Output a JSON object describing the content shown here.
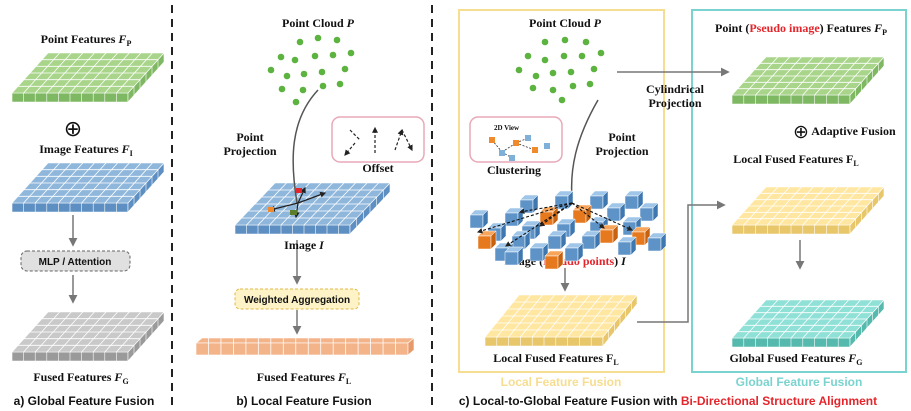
{
  "colors": {
    "green_top": "#a9d58b",
    "green_side": "#7fb862",
    "blue_top": "#8fb7dc",
    "blue_side": "#5e8fc2",
    "gray_top": "#c9c9c9",
    "gray_side": "#9a9a9a",
    "yellow_top": "#ffe6a1",
    "yellow_side": "#e8c66a",
    "teal_top": "#8fe0d6",
    "teal_side": "#55b9ad",
    "orange": "#f08a2c",
    "salmon": "#f4b48a",
    "point_green": "#5cb33f",
    "red_accent": "#e3262c",
    "local_box": "#f7dd8f",
    "global_box": "#7ad3cf",
    "offset_box": "#e8a8b8"
  },
  "panel_a": {
    "point_features": "Point Features ",
    "point_features_sym": "F",
    "point_features_sub": "P",
    "plus": "⊕",
    "image_features": "Image Features ",
    "image_features_sym": "F",
    "image_features_sub": "I",
    "mlp_label": "MLP / Attention",
    "fused_features": "Fused Features ",
    "fused_features_sym": "F",
    "fused_features_sub": "G",
    "caption": "a) Global Feature Fusion"
  },
  "panel_b": {
    "point_cloud": "Point Cloud ",
    "point_cloud_sym": "P",
    "point_projection_1": "Point",
    "point_projection_2": "Projection",
    "offset": "Offset",
    "image": "Image ",
    "image_sym": "I",
    "weighted_aggregation": "Weighted Aggregation",
    "fused_features": "Fused Features ",
    "fused_features_sym": "F",
    "fused_features_sub": "L",
    "caption": "b) Local Feature Fusion"
  },
  "panel_c": {
    "point_cloud": "Point Cloud ",
    "point_cloud_sym": "P",
    "view_2d": "2D View",
    "clustering": "Clustering",
    "point_projection_1": "Point",
    "point_projection_2": "Projection",
    "cylindrical_1": "Cylindrical",
    "cylindrical_2": "Projection",
    "image_pre": "Image (",
    "image_red": "Pseudo points",
    "image_post": ") ",
    "image_sym": "I",
    "local_fused_left": "Local Fused Features F",
    "local_fused_left_sub": "L",
    "local_box_label": "Local Feature Fusion",
    "point_pre": "Point (",
    "point_red": "Pseudo image",
    "point_post": ") Features ",
    "point_sym": "F",
    "point_sub": "P",
    "adaptive_plus": "⊕",
    "adaptive_fusion": " Adaptive Fusion",
    "local_fused_right": "Local Fused Features F",
    "local_fused_right_sub": "L",
    "global_fused": "Global Fused Features ",
    "global_fused_sym": "F",
    "global_fused_sub": "G",
    "global_box_label": "Global Feature Fusion",
    "caption_pre": "c) Local-to-Global Feature Fusion with ",
    "caption_red": "Bi-Directional Structure Alignment"
  }
}
